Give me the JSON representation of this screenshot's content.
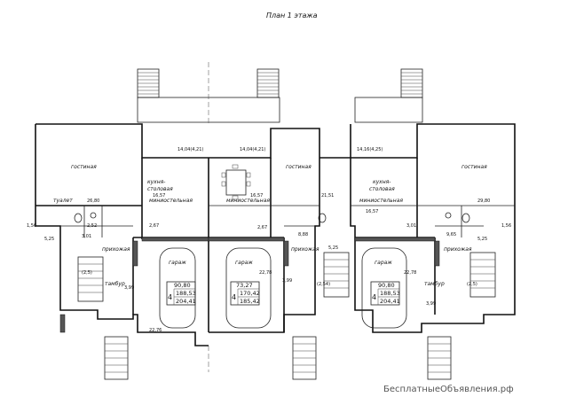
{
  "title": "План 1 этажа",
  "watermark": "БесплатныеОбъявления.рф",
  "labels": {
    "living": "гостиная",
    "kitchen_1": "кухня-",
    "kitchen_2": "столовая",
    "mini_sink": "миниостельная",
    "toilet": "туалет",
    "hall": "прихожая",
    "garage": "гараж",
    "vestibule": "тамбур"
  },
  "dimensions": {
    "d_left": "14,04(4,21)",
    "d_mid": "14,04(4,21)",
    "d_right": "14,16(4,25)",
    "a_16_57": "16,57",
    "a_2": "2,67",
    "a_21_51": "21,51",
    "a_26_80": "26,80",
    "a_29_80": "29,80",
    "a_1_56": "1,56",
    "a_5_25": "5,25",
    "a_3_01": "3,01",
    "a_2_52": "2,52",
    "a_9_65": "9,65",
    "a_8_88": "8,88",
    "a_22_78": "22,78",
    "a_2_5": "(2,5)",
    "a_2_54": "(2,54)",
    "a_3_99": "3,99",
    "a_22_76": "22,76"
  },
  "units": [
    {
      "v1": "90,80",
      "count": "4",
      "v2": "188,53",
      "v3": "204,41"
    },
    {
      "v1": "73,27",
      "count": "4",
      "v2": "170,42",
      "v3": "185,42"
    },
    {
      "v1": "90,80",
      "count": "4",
      "v2": "188,53",
      "v3": "204,41"
    }
  ]
}
